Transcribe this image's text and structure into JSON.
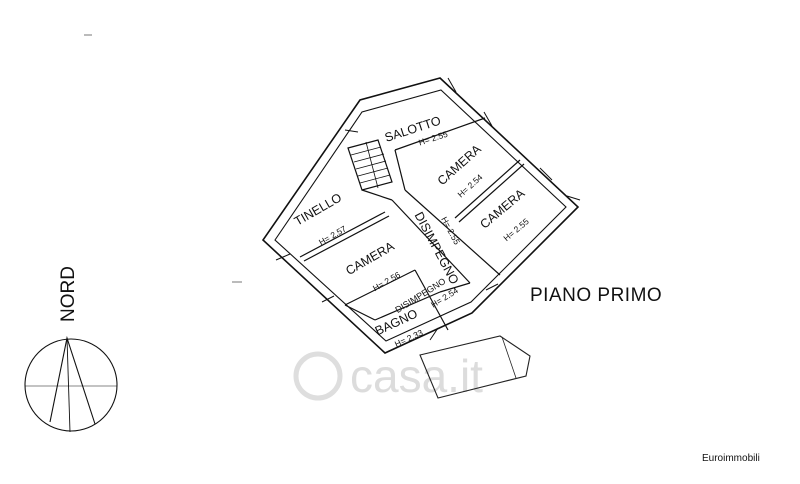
{
  "floor_title": "PIANO PRIMO",
  "north_label": "NORD",
  "agency": "Euroimmobili",
  "watermark": "casa.it",
  "rooms": [
    {
      "name": "SALOTTO",
      "height": "H= 2.55"
    },
    {
      "name": "CAMERA",
      "height": "H= 2.54"
    },
    {
      "name": "CAMERA",
      "height": "H= 2.55"
    },
    {
      "name": "TINELLO",
      "height": "H= 2.57"
    },
    {
      "name": "DISIMPEGNO",
      "height": "H= 2.55"
    },
    {
      "name": "CAMERA",
      "height": "H= 2.56"
    },
    {
      "name": "DISIMPEGNO",
      "height": "H= 2.54"
    },
    {
      "name": "BAGNO",
      "height": "H= 2.33"
    }
  ]
}
